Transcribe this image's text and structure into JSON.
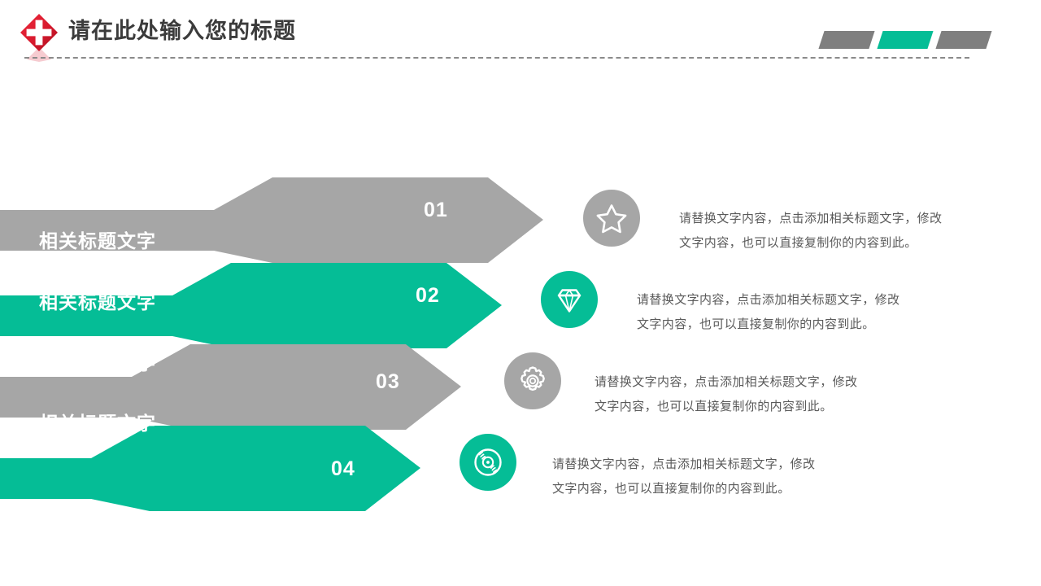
{
  "header": {
    "title": "请在此处输入您的标题",
    "logo_icon": "medical-cross-diamond-icon",
    "chips": [
      {
        "name": "header-chip-gray-left",
        "color": "#7f7f7f"
      },
      {
        "name": "header-chip-teal",
        "color": "#05BD96"
      },
      {
        "name": "header-chip-gray-right",
        "color": "#7f7f7f"
      }
    ]
  },
  "theme": {
    "gray": "#A6A6A6",
    "teal": "#05BD96",
    "red": "#D7192D",
    "text": "#5a5a5a",
    "title_text": "#3b3b3b"
  },
  "rows": [
    {
      "number": "01",
      "title": "相关标题文字",
      "color": "#A6A6A6",
      "icon": "star-icon",
      "body": "请替换文字内容，点击添加相关标题文字，修改\n文字内容，也可以直接复制你的内容到此。"
    },
    {
      "number": "02",
      "title": "相关标题文字",
      "color": "#05BD96",
      "icon": "diamond-gem-icon",
      "body": "请替换文字内容，点击添加相关标题文字，修改\n文字内容，也可以直接复制你的内容到此。"
    },
    {
      "number": "03",
      "title": "相关标题文字",
      "color": "#A6A6A6",
      "icon": "gear-icon",
      "body": "请替换文字内容，点击添加相关标题文字，修改\n文字内容，也可以直接复制你的内容到此。"
    },
    {
      "number": "04",
      "title": "相关标题文字",
      "color": "#05BD96",
      "icon": "vinyl-record-icon",
      "body": "请替换文字内容，点击添加相关标题文字，修改\n文字内容，也可以直接复制你的内容到此。"
    }
  ]
}
